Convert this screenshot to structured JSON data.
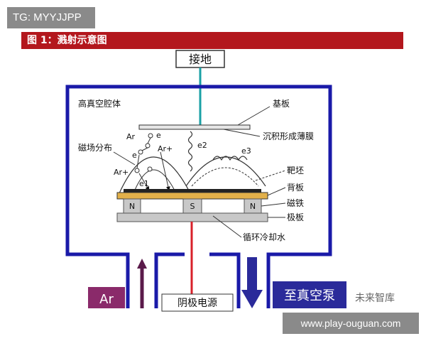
{
  "badge_top": "TG: MYYJJPP",
  "figure_title": "图 1：溅射示意图",
  "ground_label": "接地",
  "chamber_label": "高真空腔体",
  "substrate_label": "基板",
  "film_label": "沉积形成薄膜",
  "magnetic_field_label": "磁场分布",
  "target_label": "靶坯",
  "backplate_label": "背板",
  "magnet_label": "磁铁",
  "electrode_label": "极板",
  "cooling_label": "循环冷却水",
  "ar_label": "Ar",
  "ar_plus_label": "Ar+",
  "ar_plus_label2": "Ar+",
  "e_label": "e",
  "e_label2": "e",
  "e1_label": "e1",
  "e2_label": "e2",
  "e3_label": "e3",
  "magnet_n_left": "N",
  "magnet_s": "S",
  "magnet_n_right": "N",
  "ar_inlet_label": "Ar",
  "power_label": "阴极电源",
  "vacuum_label": "至真空泵",
  "watermark": "未来智库",
  "badge_bottom": "www.play-ouguan.com",
  "colors": {
    "chamber_wall": "#1a1aa8",
    "ground_line": "#1aa0a6",
    "power_line": "#d8202a",
    "backplate": "#e2b04a",
    "magnet_block": "#c8c8c8",
    "ar_box": "#8a2a6a",
    "vacuum_box": "#2a2a9a",
    "title_bar": "#b3171d"
  }
}
